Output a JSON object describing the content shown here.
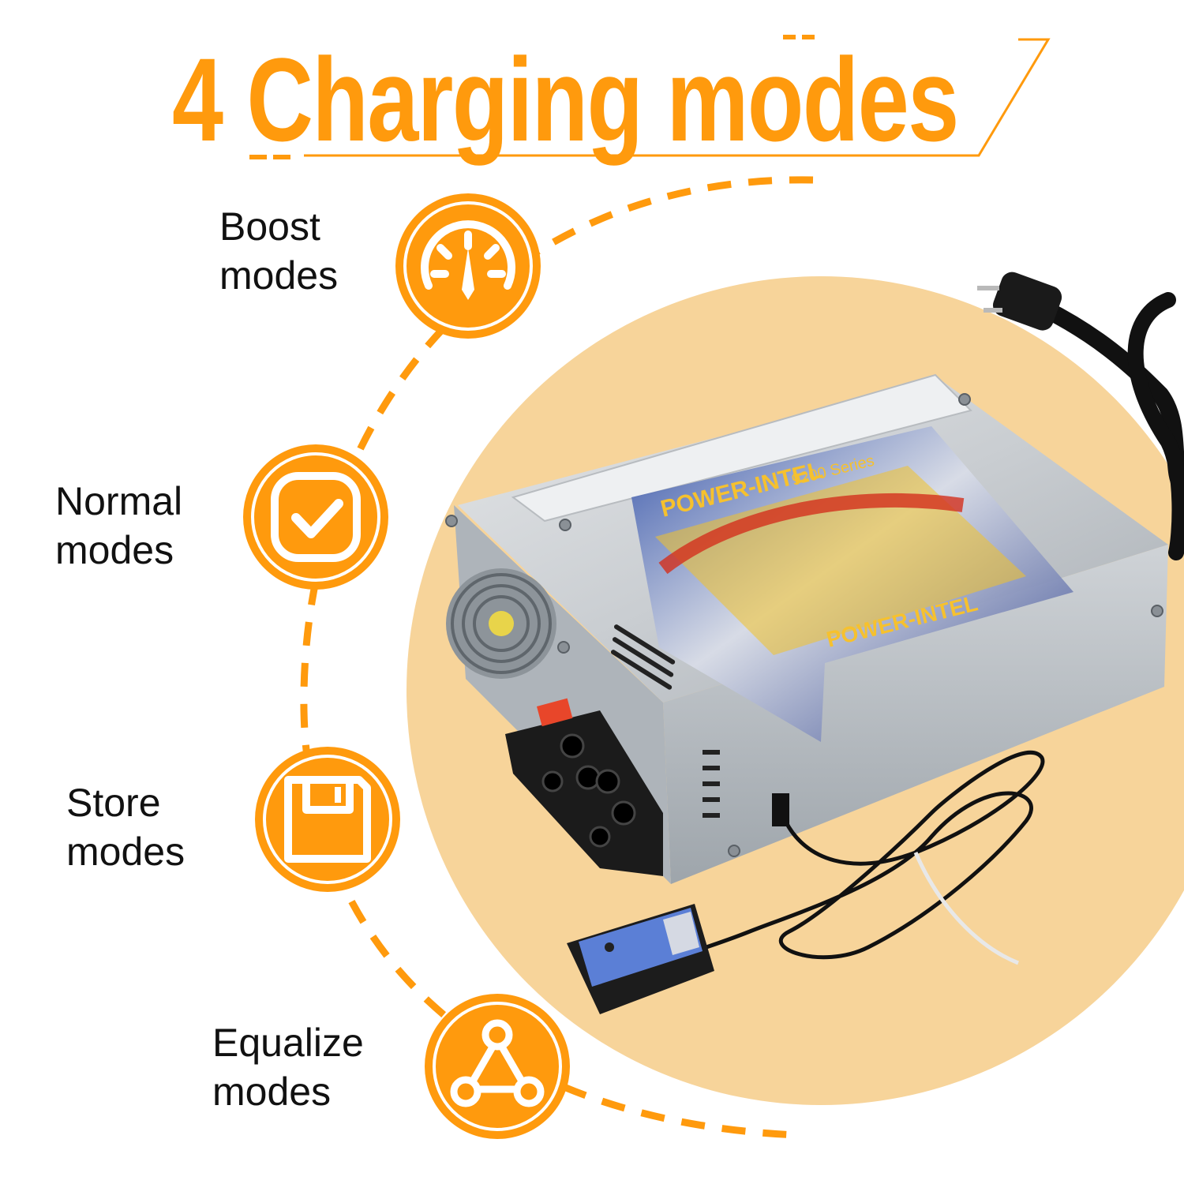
{
  "title": "4 Charging modes",
  "colors": {
    "accent": "#ff9a0d",
    "accent_dark": "#f08a00",
    "backdrop": "#f7d49a",
    "text": "#111111"
  },
  "modes": [
    {
      "line1": "Boost",
      "line2": "modes",
      "icon": "speedometer-icon"
    },
    {
      "line1": "Normal",
      "line2": "modes",
      "icon": "checkmark-icon"
    },
    {
      "line1": "Store",
      "line2": "modes",
      "icon": "floppy-disk-icon"
    },
    {
      "line1": "Equalize",
      "line2": "modes",
      "icon": "triangle-network-icon"
    }
  ],
  "product": {
    "brand": "POWER-INTEL",
    "series": "9200 Series"
  }
}
